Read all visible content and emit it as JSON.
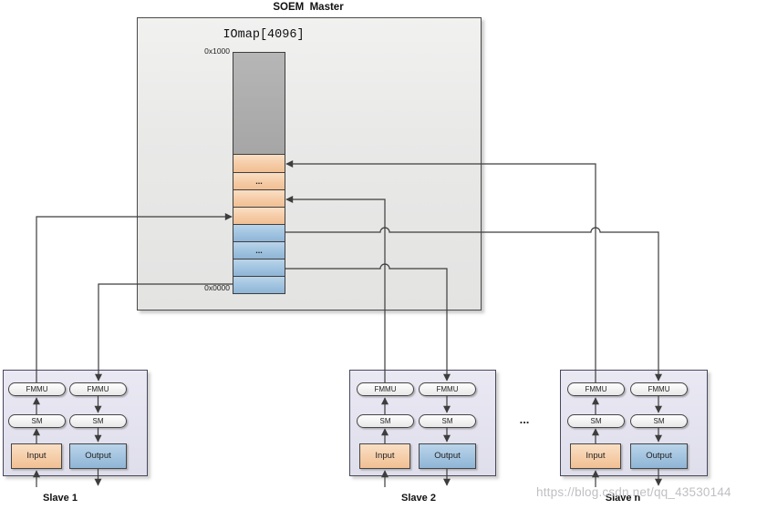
{
  "master": {
    "title": "SOEM  Master",
    "iomap_label": "IOmap[4096]",
    "addr_top": "0x1000",
    "addr_bottom": "0x0000",
    "orange_ellipsis": "...",
    "blue_ellipsis": "..."
  },
  "slaves": [
    {
      "name": "Slave 1",
      "fmmu_in": "FMMU",
      "fmmu_out": "FMMU",
      "sm_in": "SM",
      "sm_out": "SM",
      "input": "Input",
      "output": "Output"
    },
    {
      "name": "Slave 2",
      "fmmu_in": "FMMU",
      "fmmu_out": "FMMU",
      "sm_in": "SM",
      "sm_out": "SM",
      "input": "Input",
      "output": "Output"
    },
    {
      "name": "Slave n",
      "fmmu_in": "FMMU",
      "fmmu_out": "FMMU",
      "sm_in": "SM",
      "sm_out": "SM",
      "input": "Input",
      "output": "Output"
    }
  ],
  "ellipsis_between_slaves": "...",
  "watermark": "https://blog.csdn.net/qq_43530144",
  "colors": {
    "line": "#3d3d3d",
    "orange_segment": "#f5cba6",
    "blue_segment": "#9fc3e0",
    "gray_block": "#adadad",
    "master_background": "#ebebea",
    "slave_background": "#e4e3ef"
  }
}
